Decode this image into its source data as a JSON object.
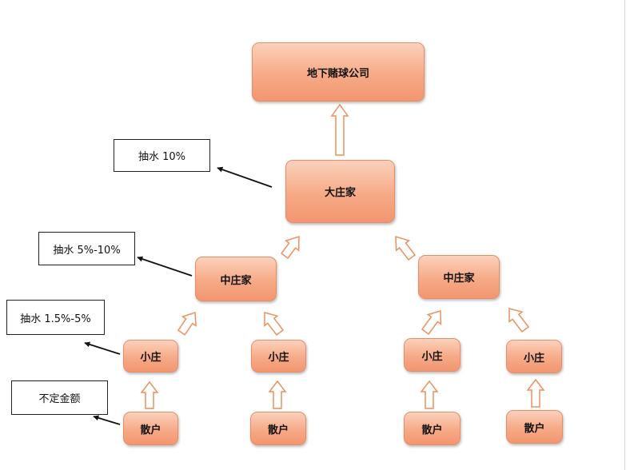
{
  "nodes": {
    "company": "地下赌球公司",
    "big_dealer": "大庄家",
    "mid_dealer_left": "中庄家",
    "mid_dealer_right": "中庄家",
    "small_dealer_1": "小庄",
    "small_dealer_2": "小庄",
    "small_dealer_3": "小庄",
    "small_dealer_4": "小庄",
    "retail_1": "散户",
    "retail_2": "散户",
    "retail_3": "散户",
    "retail_4": "散户"
  },
  "labels": {
    "big_dealer_cut": "抽水 10%",
    "mid_dealer_cut": "抽水 5%-10%",
    "small_dealer_cut": "抽水 1.5%-5%",
    "retail_amount": "不定金额"
  },
  "colors": {
    "node_fill_top": "#fbd1bc",
    "node_fill_bottom": "#f29670",
    "node_border": "#e58f6a",
    "hollow_arrow": "#e9915f",
    "label_arrow": "#111111"
  }
}
